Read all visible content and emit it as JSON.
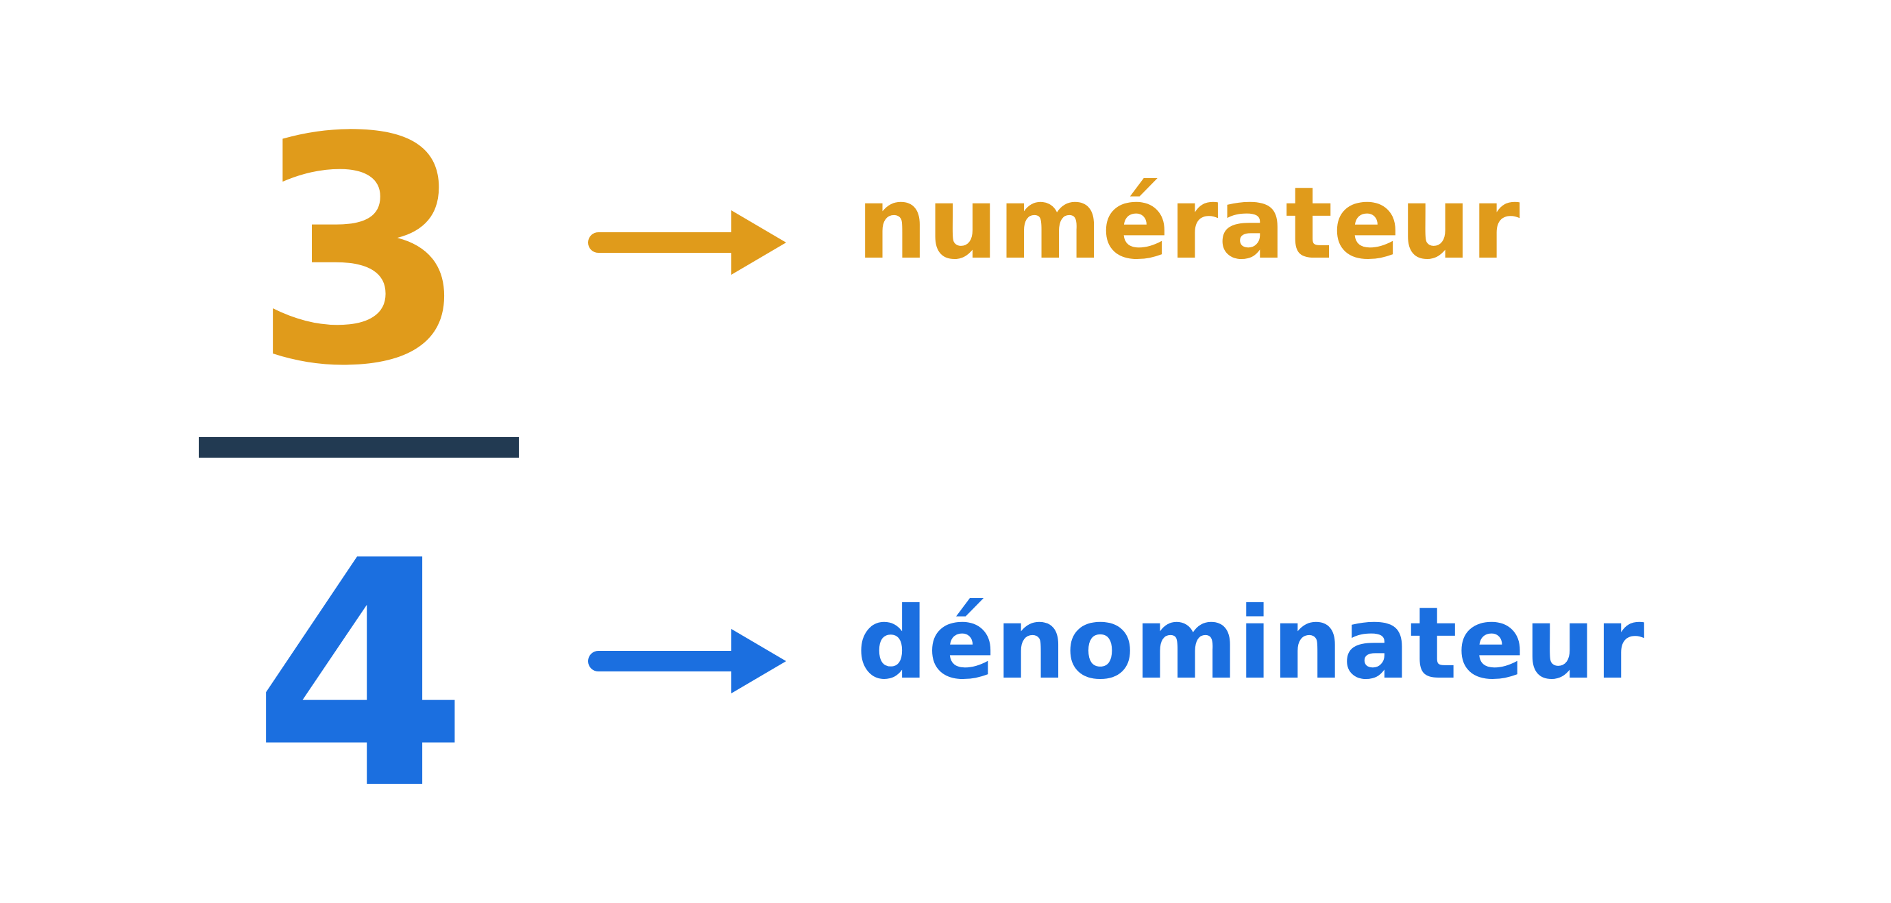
{
  "fraction": {
    "numerator": "3",
    "denominator": "4"
  },
  "labels": {
    "numerator_label": "numérateur",
    "denominator_label": "dénominateur"
  },
  "colors": {
    "numerator": "#E09B1B",
    "denominator": "#1B6FE0",
    "fraction_bar": "#223A52",
    "background": "#FFFFFF"
  },
  "icons": {
    "top_arrow": "right-arrow-icon",
    "bottom_arrow": "right-arrow-icon"
  }
}
